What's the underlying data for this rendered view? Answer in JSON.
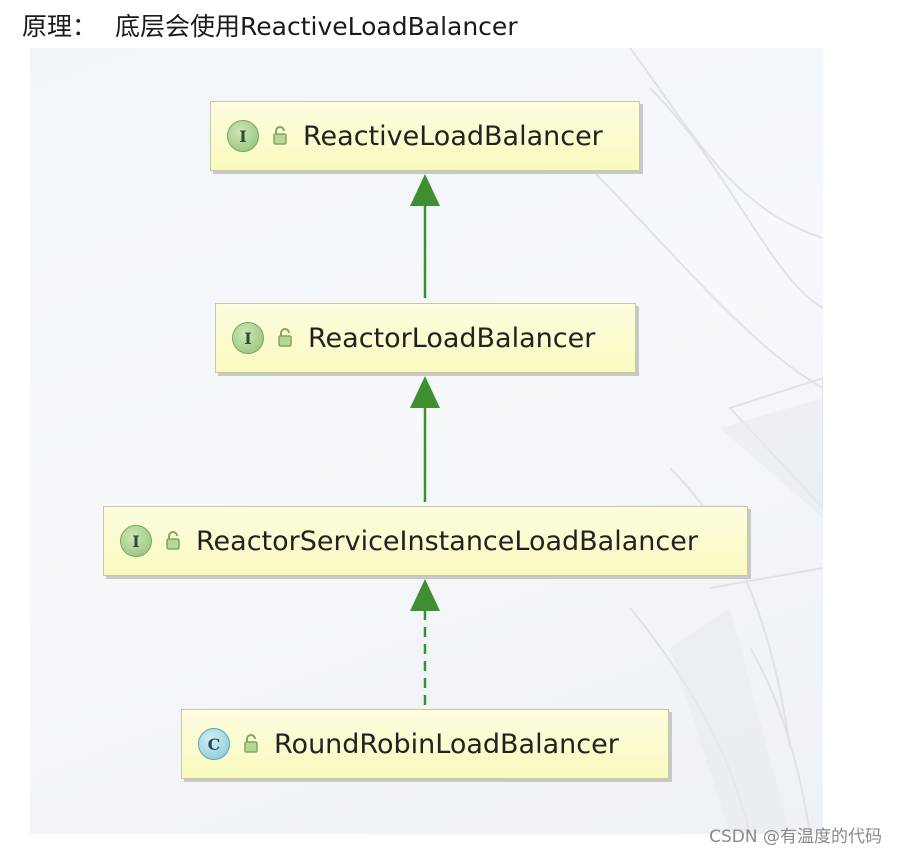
{
  "heading": {
    "prefix": "原理：",
    "text": "底层会使用ReactiveLoadBalancer"
  },
  "nodes": [
    {
      "kind_letter": "I",
      "label": "ReactiveLoadBalancer",
      "kind": "interface"
    },
    {
      "kind_letter": "I",
      "label": "ReactorLoadBalancer",
      "kind": "interface"
    },
    {
      "kind_letter": "I",
      "label": "ReactorServiceInstanceLoadBalancer",
      "kind": "interface"
    },
    {
      "kind_letter": "C",
      "label": "RoundRobinLoadBalancer",
      "kind": "class"
    }
  ],
  "edges": [
    {
      "from": "ReactorLoadBalancer",
      "to": "ReactiveLoadBalancer",
      "style": "solid"
    },
    {
      "from": "ReactorServiceInstanceLoadBalancer",
      "to": "ReactorLoadBalancer",
      "style": "solid"
    },
    {
      "from": "RoundRobinLoadBalancer",
      "to": "ReactorServiceInstanceLoadBalancer",
      "style": "dashed"
    }
  ],
  "colors": {
    "edge": "#3f8f32",
    "node_fill": "#fafac8",
    "interface_badge": "#9cc886",
    "class_badge": "#8ccbdb"
  },
  "watermark": "CSDN @有温度的代码"
}
